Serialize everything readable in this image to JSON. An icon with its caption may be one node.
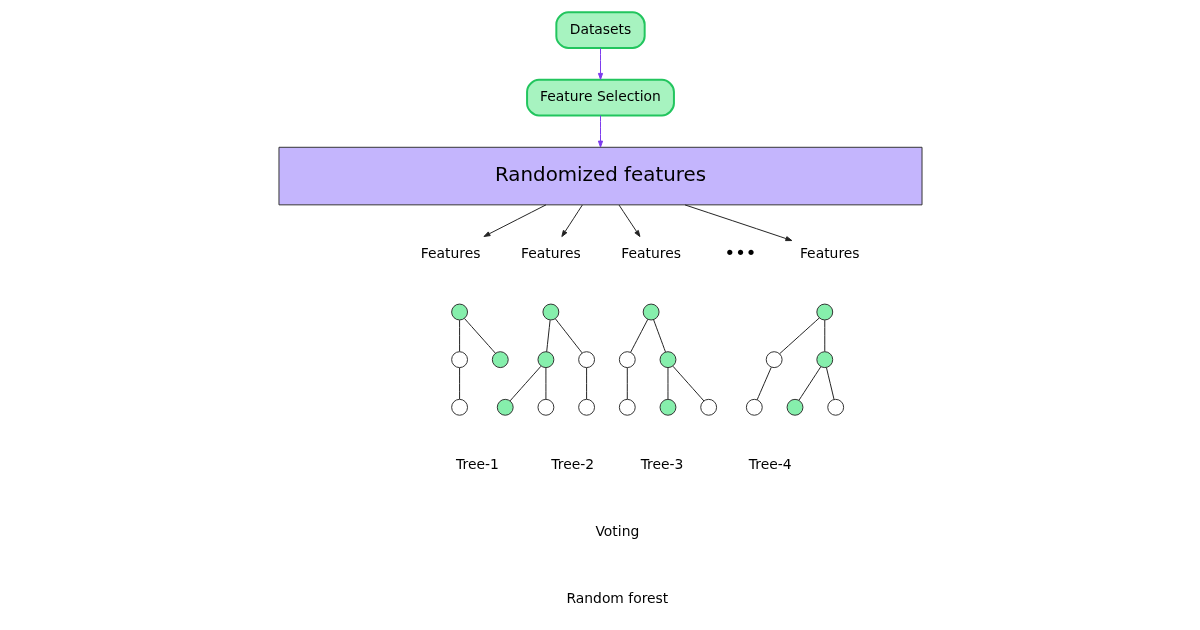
{
  "diagram": {
    "nodes": [
      {
        "text": [
          "Datasets"
        ]
      },
      {
        "text": [
          "Feature Selection"
        ]
      },
      {
        "text": [
          "Randomized features"
        ]
      },
      {
        "text": [
          "Features"
        ]
      },
      {
        "text": [
          "Features"
        ]
      },
      {
        "text": [
          "Features"
        ]
      },
      {
        "text": [
          "Features"
        ]
      },
      {
        "text": [],
        "shape": "circle"
      },
      {
        "text": [],
        "shape": "circle"
      },
      {
        "text": [],
        "shape": "circle"
      },
      {
        "text": [],
        "shape": "circle"
      },
      {
        "text": [],
        "shape": "circle"
      },
      {
        "text": [],
        "shape": "circle"
      },
      {
        "text": [],
        "shape": "circle"
      },
      {
        "text": [],
        "shape": "circle"
      },
      {
        "text": [],
        "shape": "circle"
      },
      {
        "text": [],
        "shape": "circle"
      },
      {
        "text": [],
        "shape": "circle"
      },
      {
        "text": [],
        "shape": "circle"
      },
      {
        "text": [],
        "shape": "circle"
      },
      {
        "text": [],
        "shape": "circle"
      },
      {
        "text": [],
        "shape": "circle"
      },
      {
        "text": [],
        "shape": "circle"
      },
      {
        "text": [],
        "shape": "circle"
      },
      {
        "text": [],
        "shape": "circle"
      },
      {
        "text": [],
        "shape": "circle"
      },
      {
        "text": [],
        "shape": "circle"
      },
      {
        "text": [],
        "shape": "circle"
      },
      {
        "text": [],
        "shape": "circle"
      }
    ],
    "edges": [
      {
        "from": 0,
        "to": 1,
        "arrow": "to",
        "color": "#7c3aed"
      },
      {
        "from": 1,
        "to": 2,
        "arrow": "to",
        "color": "#7c3aed"
      },
      {
        "from": 2,
        "to": 3,
        "arrow": "to"
      },
      {
        "from": 2,
        "to": 4,
        "arrow": "to"
      },
      {
        "from": 2,
        "to": 5,
        "arrow": "to"
      },
      {
        "from": 2,
        "to": 6,
        "arrow": "to"
      },
      {
        "from": 7,
        "to": 8,
        "arrow": "none"
      },
      {
        "from": 7,
        "to": 9,
        "arrow": "none"
      },
      {
        "from": 8,
        "to": 10,
        "arrow": "none"
      },
      {
        "from": 11,
        "to": 12,
        "arrow": "none"
      },
      {
        "from": 11,
        "to": 13,
        "arrow": "none"
      },
      {
        "from": 12,
        "to": 14,
        "arrow": "none"
      },
      {
        "from": 12,
        "to": 15,
        "arrow": "none"
      },
      {
        "from": 13,
        "to": 16,
        "arrow": "none"
      },
      {
        "from": 17,
        "to": 18,
        "arrow": "none"
      },
      {
        "from": 17,
        "to": 19,
        "arrow": "none"
      },
      {
        "from": 18,
        "to": 20,
        "arrow": "none"
      },
      {
        "from": 19,
        "to": 21,
        "arrow": "none"
      },
      {
        "from": 19,
        "to": 22,
        "arrow": "none"
      },
      {
        "from": 23,
        "to": 24,
        "arrow": "none"
      },
      {
        "from": 23,
        "to": 25,
        "arrow": "none"
      },
      {
        "from": 24,
        "to": 26,
        "arrow": "none"
      },
      {
        "from": 25,
        "to": 27,
        "arrow": "none"
      },
      {
        "from": 25,
        "to": 28,
        "arrow": "none"
      }
    ],
    "labels": [
      "•••",
      "Tree-1",
      "Tree-2",
      "Tree-3",
      "Tree-4",
      "Voting",
      "Random forest"
    ]
  }
}
